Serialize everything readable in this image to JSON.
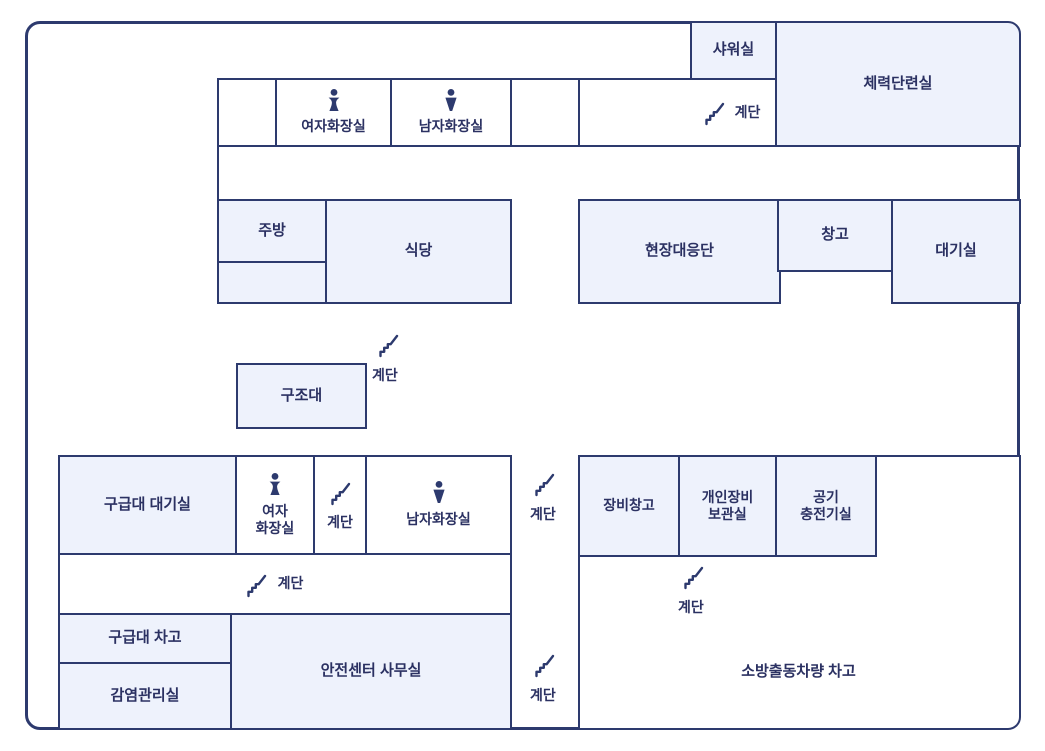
{
  "colors": {
    "line": "#2d3a6e",
    "room_fill": "#eef2fc",
    "text": "#2b3162",
    "background": "#ffffff"
  },
  "labels": {
    "shower": "샤워실",
    "fitness": "체력단련실",
    "women_toilet": "여자화장실",
    "men_toilet": "남자화장실",
    "stairs": "계단",
    "kitchen": "주방",
    "dining": "식당",
    "field_response": "현장대응단",
    "storage": "창고",
    "waiting": "대기실",
    "rescue": "구조대",
    "ems_waiting": "구급대 대기실",
    "women_line1": "여자",
    "women_line2": "화장실",
    "ems_garage": "구급대 차고",
    "infection": "감염관리실",
    "safety_office": "안전센터 사무실",
    "equipment_storage": "장비창고",
    "personal_equip_line1": "개인장비",
    "personal_equip_line2": "보관실",
    "air_charge_line1": "공기",
    "air_charge_line2": "충전기실",
    "vehicle_garage": "소방출동차량 차고"
  },
  "icons": {
    "stairs": "stairs-icon",
    "female": "female-person-icon",
    "male": "male-person-icon"
  }
}
